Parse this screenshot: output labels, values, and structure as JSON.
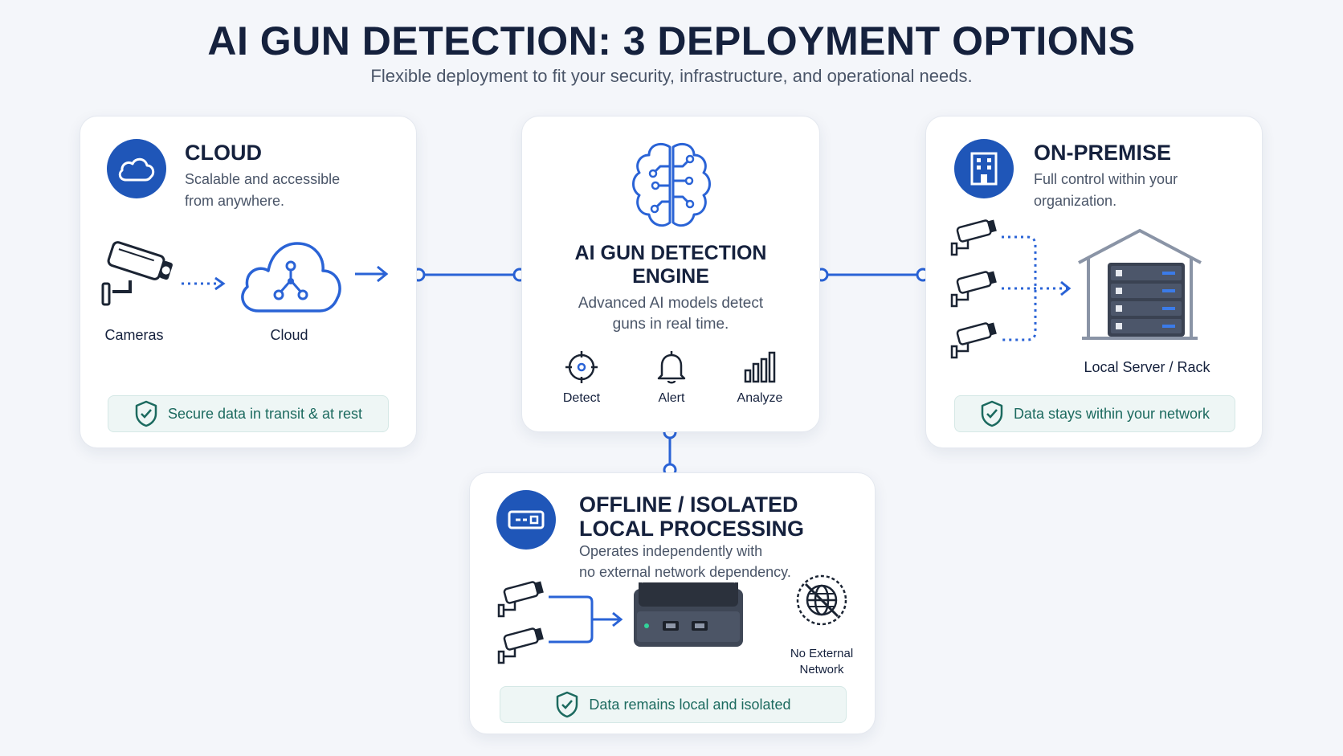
{
  "header": {
    "title": "AI GUN DETECTION: 3 DEPLOYMENT OPTIONS",
    "subtitle": "Flexible deployment to fit your security, infrastructure, and operational needs."
  },
  "cloud": {
    "title": "CLOUD",
    "desc_line1": "Scalable and accessible",
    "desc_line2": "from anywhere.",
    "cameras_label": "Cameras",
    "cloud_label": "Cloud",
    "badge": "Secure data in transit & at rest",
    "icon": "cloud-icon"
  },
  "engine": {
    "title_line1": "AI GUN DETECTION",
    "title_line2": "ENGINE",
    "desc_line1": "Advanced AI models detect",
    "desc_line2": "guns in real time.",
    "features": [
      "Detect",
      "Alert",
      "Analyze"
    ],
    "icon": "brain-circuit-icon"
  },
  "onprem": {
    "title": "ON-PREMISE",
    "desc_line1": "Full control within your",
    "desc_line2": "organization.",
    "server_label": "Local Server / Rack",
    "badge": "Data stays within your network",
    "icon": "building-icon"
  },
  "offline": {
    "title_line1": "OFFLINE / ISOLATED",
    "title_line2": "LOCAL PROCESSING",
    "desc_line1": "Operates independently with",
    "desc_line2": "no external network dependency.",
    "no_network_line1": "No External",
    "no_network_line2": "Network",
    "badge": "Data remains local and isolated",
    "icon": "edge-device-icon"
  },
  "colors": {
    "accent_blue": "#1f56b8",
    "line_blue": "#2a63d6",
    "badge_green": "#1c6a5f"
  }
}
